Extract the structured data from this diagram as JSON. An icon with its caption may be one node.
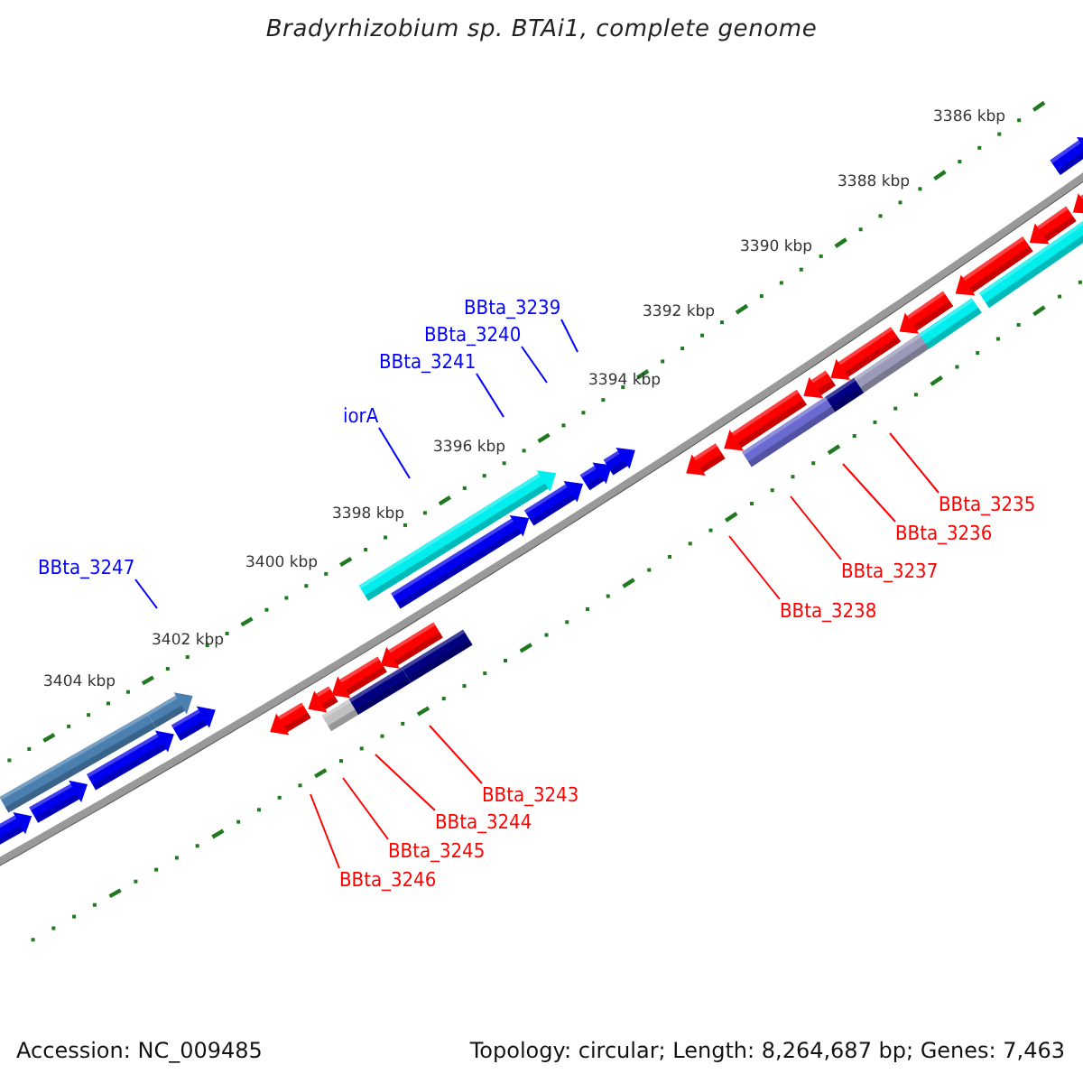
{
  "diagram": {
    "title": "Bradyrhizobium sp. BTAi1, complete genome",
    "nodes": [
      {
        "text": [
          "BBta_3239"
        ]
      },
      {
        "text": [
          "BBta_3240"
        ]
      },
      {
        "text": [
          "BBta_3241"
        ]
      },
      {
        "text": [
          "iorA"
        ]
      },
      {
        "text": [
          "BBta_3235"
        ]
      },
      {
        "text": [
          "BBta_3236"
        ]
      },
      {
        "text": [
          "BBta_3247"
        ]
      },
      {
        "text": [
          "BBta_3237"
        ]
      },
      {
        "text": [
          "BBta_3238"
        ]
      },
      {
        "text": [
          "BBta_3243"
        ]
      },
      {
        "text": [
          "BBta_3244"
        ]
      },
      {
        "text": [
          "BBta_3245"
        ]
      },
      {
        "text": [
          "BBta_3246"
        ]
      }
    ],
    "edges": [
      {
        "from": 0,
        "to": null,
        "arrow": "none",
        "color": "#0000ff"
      },
      {
        "from": 1,
        "to": null,
        "arrow": "none",
        "color": "#0000ff"
      },
      {
        "from": 2,
        "to": null,
        "arrow": "none",
        "color": "#0000ff"
      },
      {
        "from": 3,
        "to": null,
        "arrow": "none",
        "color": "#0000ff"
      },
      {
        "from": 4,
        "to": null,
        "arrow": "none"
      },
      {
        "from": 5,
        "to": null,
        "arrow": "none"
      },
      {
        "from": 6,
        "to": null,
        "arrow": "none",
        "color": "#0000ff"
      },
      {
        "from": 7,
        "to": null,
        "arrow": "none"
      },
      {
        "from": 8,
        "to": null,
        "arrow": "none"
      },
      {
        "from": 9,
        "to": null,
        "arrow": "none"
      },
      {
        "from": 10,
        "to": null,
        "arrow": "none"
      },
      {
        "from": 11,
        "to": null,
        "arrow": "none"
      },
      {
        "from": 12,
        "to": null,
        "arrow": "none"
      }
    ],
    "labels": [
      "3386 kbp",
      "3388 kbp",
      "3390 kbp",
      "3392 kbp",
      "3394 kbp",
      "3396 kbp",
      "3398 kbp",
      "3400 kbp",
      "3402 kbp",
      "3404 kbp",
      "Accession: NC_009485",
      "Topology: circular; Length: 8,264,687 bp; Genes: 7,463"
    ]
  }
}
